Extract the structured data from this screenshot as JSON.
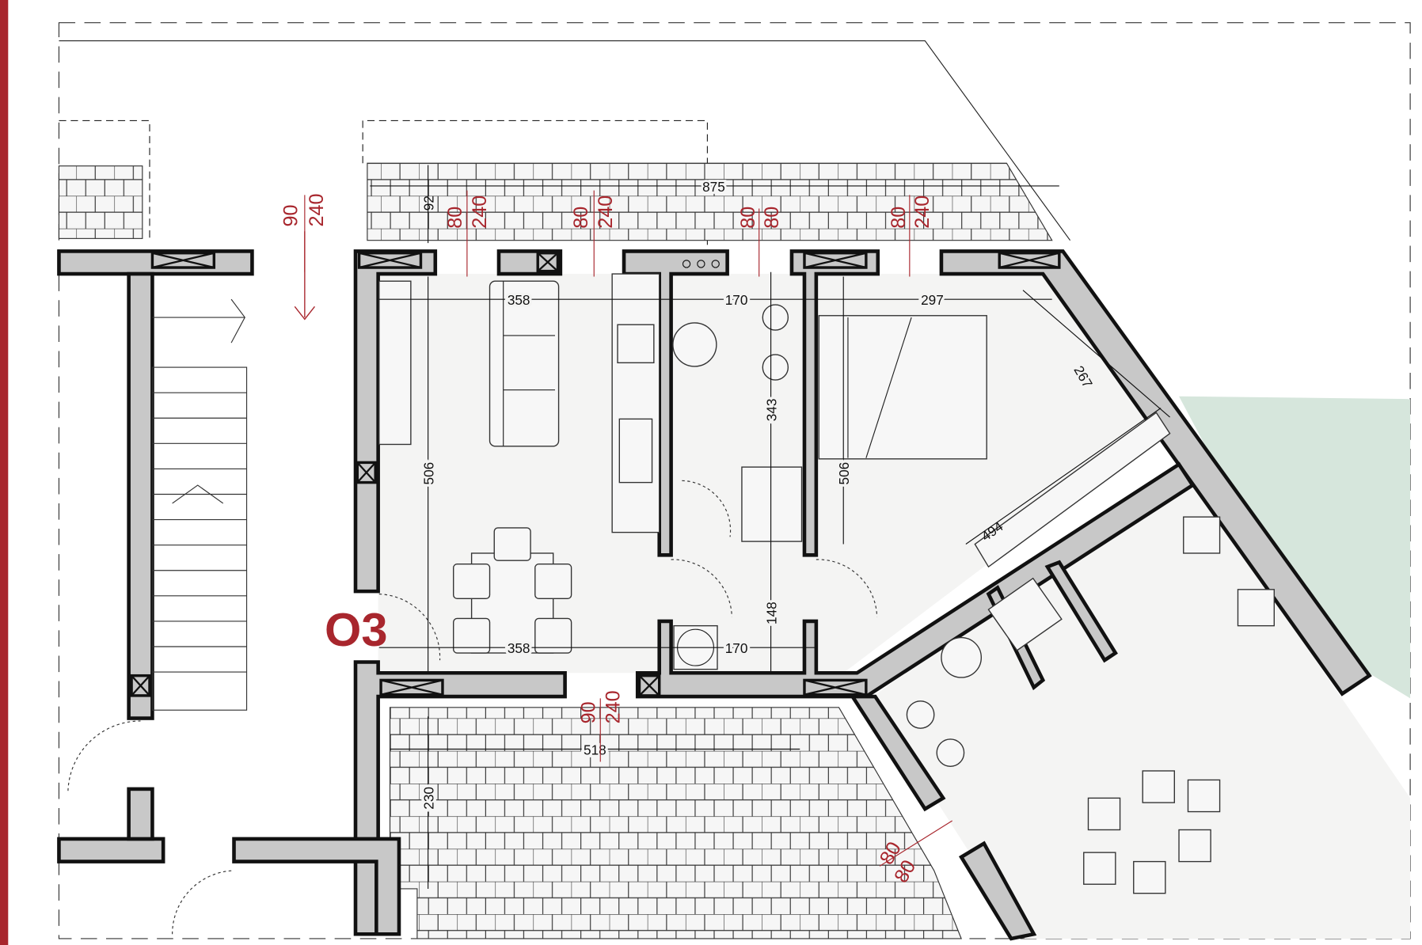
{
  "unit_label": "O3",
  "colors": {
    "accent_red": "#a8262d",
    "wall_fill": "#c8c8c8",
    "garden_green": "#d6e6dc",
    "floor": "#f4f4f3"
  },
  "dimensions": [
    "875",
    "92",
    "358",
    "170",
    "297",
    "267",
    "506",
    "343",
    "506",
    "494",
    "358",
    "170",
    "148",
    "518",
    "230"
  ],
  "openings": [
    {
      "w": "90",
      "h": "240"
    },
    {
      "w": "80",
      "h": "240"
    },
    {
      "w": "80",
      "h": "240"
    },
    {
      "w": "80",
      "h": "80"
    },
    {
      "w": "80",
      "h": "240"
    },
    {
      "w": "90",
      "h": "240"
    },
    {
      "w": "80",
      "h": "80"
    }
  ]
}
